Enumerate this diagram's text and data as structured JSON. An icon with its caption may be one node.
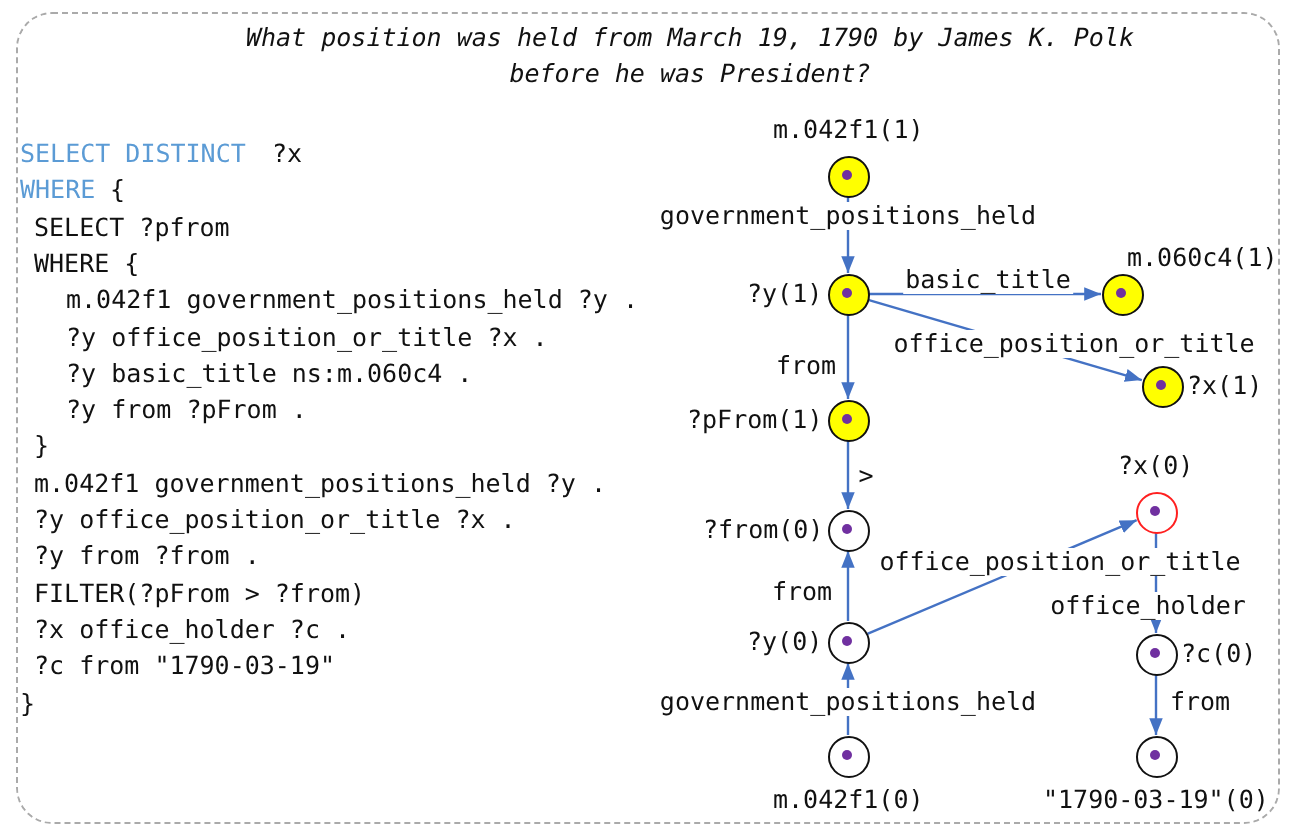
{
  "diagram": {
    "title": "What position was held from March 19, 1790 by James K. Polk before he was President?",
    "nodes": [
      {
        "text": [
          "m.042f1(1)"
        ]
      },
      {
        "text": [
          "?y(1)"
        ]
      },
      {
        "text": [
          "m.060c4(1)"
        ]
      },
      {
        "text": [
          "?x(1)"
        ]
      },
      {
        "text": [
          "?pFrom(1)"
        ]
      },
      {
        "text": [
          "?x(0)"
        ]
      },
      {
        "text": [
          "?from(0)"
        ]
      },
      {
        "text": [
          "?y(0)"
        ]
      },
      {
        "text": [
          "?c(0)"
        ]
      },
      {
        "text": [
          "m.042f1(0)"
        ]
      },
      {
        "text": [
          "\"1790-03-19\"(0)"
        ]
      }
    ],
    "edges": [
      {
        "from": 0,
        "to": 1,
        "arrow": "to",
        "label": "government_positions_held"
      },
      {
        "from": 1,
        "to": 2,
        "arrow": "to",
        "label": "basic_title"
      },
      {
        "from": 1,
        "to": 3,
        "arrow": "to",
        "label": "office_position_or_title"
      },
      {
        "from": 1,
        "to": 4,
        "arrow": "to",
        "label": "from"
      },
      {
        "from": 4,
        "to": 6,
        "arrow": "to",
        "label": ">"
      },
      {
        "from": 7,
        "to": 6,
        "arrow": "to",
        "label": "from"
      },
      {
        "from": 9,
        "to": 7,
        "arrow": "to",
        "label": "government_positions_held"
      },
      {
        "from": 7,
        "to": 5,
        "arrow": "to",
        "label": "office_position_or_title"
      },
      {
        "from": 5,
        "to": 8,
        "arrow": "to",
        "label": "office_holder"
      },
      {
        "from": 8,
        "to": 10,
        "arrow": "to",
        "label": "from"
      }
    ],
    "labels": [
      "SELECT DISTINCT",
      "?x",
      "WHERE",
      "{",
      "SELECT ?pfrom",
      "WHERE {",
      "m.042f1 government_positions_held ?y .",
      "?y office_position_or_title ?x .",
      "?y basic_title ns:m.060c4 .",
      "?y from ?pFrom .",
      "}",
      "m.042f1 government_positions_held ?y .",
      "?y office_position_or_title ?x .",
      "?y from ?from .",
      "FILTER(?pFrom > ?from)",
      "?x office_holder ?c .",
      "?c from \"1790-03-19\"",
      "}"
    ]
  }
}
